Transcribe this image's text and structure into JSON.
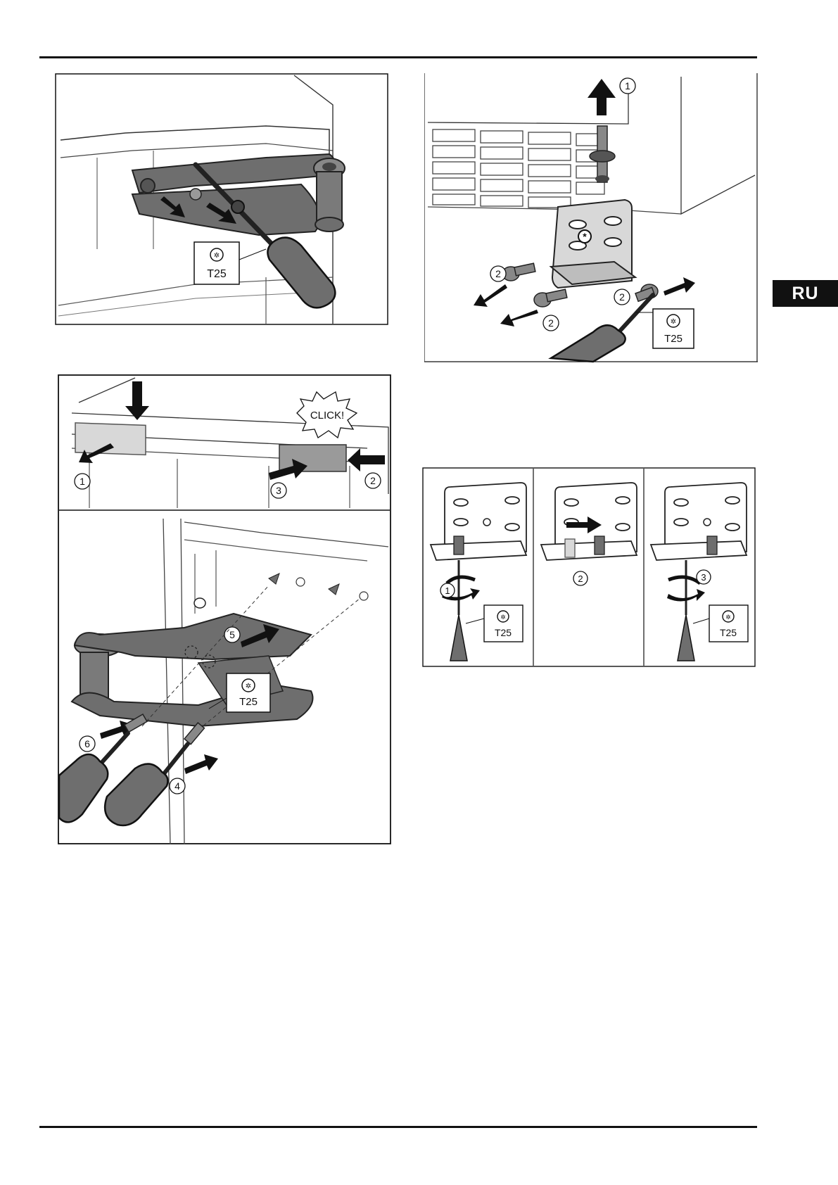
{
  "page": {
    "language_tab": "RU"
  },
  "figures": {
    "fig1": {
      "tool": "T25"
    },
    "fig2": {
      "callout_1": "1",
      "callout_2": "2",
      "tool": "T25"
    },
    "fig3": {
      "click_label": "CLICK!",
      "callout_1": "1",
      "callout_2": "2",
      "callout_3": "3",
      "callout_4": "4",
      "callout_5": "5",
      "callout_6": "6",
      "tool": "T25"
    },
    "fig4": {
      "callout_1": "1",
      "callout_2": "2",
      "callout_3": "3",
      "tool": "T25"
    }
  },
  "colors": {
    "ink": "#111111",
    "hinge_gray": "#6e6e6e",
    "panel_light": "#d8d8d8",
    "panel_dark": "#9a9a9a",
    "tab_bg": "#111111"
  }
}
